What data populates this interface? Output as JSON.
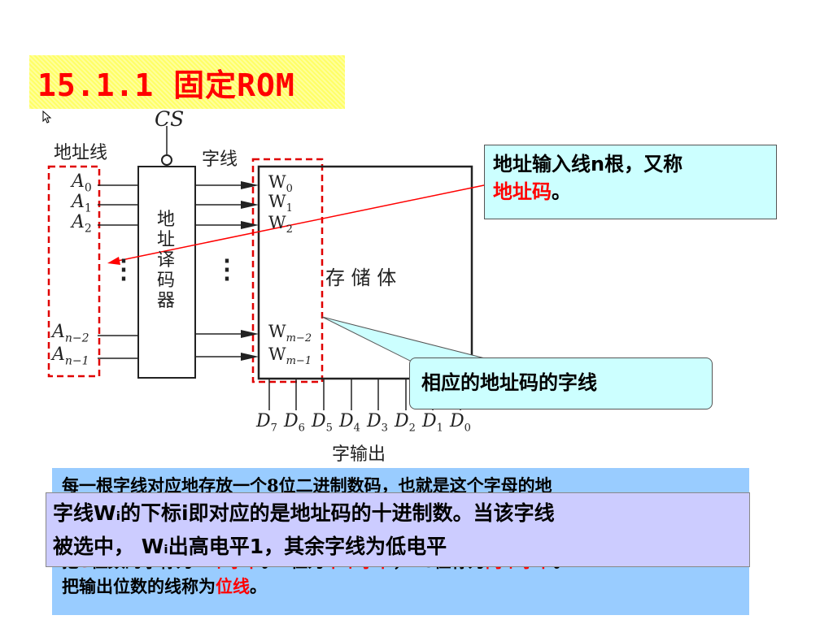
{
  "title": "15.1.1 固定ROM",
  "diagram": {
    "cs_label": "CS",
    "address_lines_label": "地址线",
    "word_lines_label": "字线",
    "address_inputs": [
      "A",
      "A",
      "A",
      "A",
      "A"
    ],
    "address_subs": [
      "0",
      "1",
      "2",
      "n−2",
      "n−1"
    ],
    "decoder_label_chars": [
      "地",
      "址",
      "译",
      "码",
      "器"
    ],
    "word_line_names": [
      "W",
      "W",
      "W",
      "W",
      "W"
    ],
    "word_line_subs": [
      "0",
      "1",
      "2",
      "m−2",
      "m−1"
    ],
    "storage_label": "存 储 体",
    "data_outputs": [
      "D",
      "D",
      "D",
      "D",
      "D",
      "D",
      "D",
      "D"
    ],
    "data_subs": [
      "7",
      "6",
      "5",
      "4",
      "3",
      "2",
      "1",
      "0"
    ],
    "output_label": "字输出",
    "ellipsis": "⋮"
  },
  "callout_address": {
    "line1": "地址输入线n根，又称",
    "line2_red": "地址码",
    "line2_end": "。"
  },
  "callout_wordline": "相应的地址码的字线",
  "bottom_text": {
    "line1": "每一根字线对应地存放一个8位二进制数码，也就是这个字母的地",
    "line3_start": "把",
    "line3_a": "8",
    "line3_b": "位数的字称为",
    "line3_red1": "一个字节",
    "line3_c": "。4位为",
    "line3_red2": "半个字节",
    "line3_d": "，16位称为",
    "line3_red3": "两个字节",
    "line3_e": "。",
    "line4_start": "把输出位数的线称为",
    "line4_red": "位线",
    "line4_end": "。"
  },
  "overlay_text": {
    "line1": "字线Wᵢ的下标i即对应的是地址码的十进制数。当该字线",
    "line2": "被选中，  Wᵢ出高电平1，其余字线为低电平"
  },
  "colors": {
    "title_bg": "#ffff66",
    "title_fg": "#ff0000",
    "callout_bg": "#ccffff",
    "bottom_bg": "#99ccff",
    "overlay_bg": "#ccccff",
    "dashed_red": "#e00000",
    "arrow_red": "#ff0000"
  }
}
